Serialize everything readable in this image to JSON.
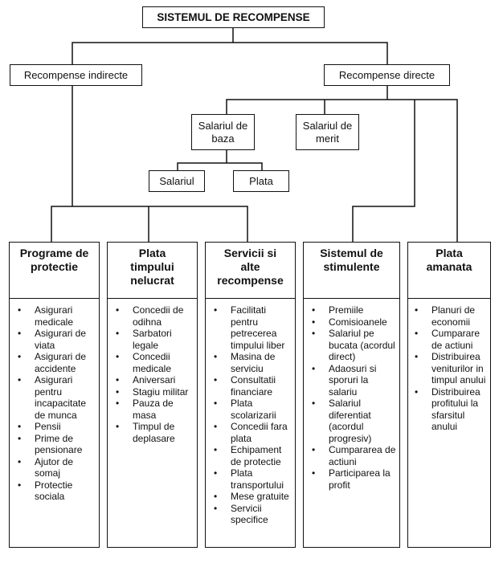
{
  "root": "SISTEMUL DE RECOMPENSE",
  "indirect": "Recompense indirecte",
  "direct": "Recompense directe",
  "base_salary": "Salariul de baza",
  "merit_salary": "Salariul de merit",
  "salary": "Salariul",
  "pay": "Plata",
  "columns": [
    {
      "title": "Programe de protectie",
      "items": [
        "Asigurari medicale",
        "Asigurari de viata",
        "Asigurari de accidente",
        "Asigurari pentru incapacitate de munca",
        "Pensii",
        "Prime de pensionare",
        "Ajutor de somaj",
        "Protectie sociala"
      ]
    },
    {
      "title": "Plata timpului nelucrat",
      "items": [
        "Concedii de odihna",
        "Sarbatori legale",
        "Concedii medicale",
        "Aniversari",
        "Stagiu militar",
        "Pauza de masa",
        "Timpul de deplasare"
      ]
    },
    {
      "title": "Servicii si alte recompense",
      "items": [
        "Facilitati pentru petrecerea timpului liber",
        "Masina de serviciu",
        "Consultatii financiare",
        "Plata scolarizarii",
        "Concedii fara plata",
        "Echipament de protectie",
        "Plata transportului",
        "Mese gratuite",
        "Servicii specifice"
      ]
    },
    {
      "title": "Sistemul de stimulente",
      "items": [
        "Premiile",
        "Comisioanele",
        "Salariul pe bucata (acordul direct)",
        "Adaosuri si sporuri la salariu",
        "Salariul diferentiat (acordul progresiv)",
        "Cumpararea de actiuni",
        "Participarea la profit"
      ]
    },
    {
      "title": "Plata amanata",
      "items": [
        "Planuri de economii",
        "Cumparare de actiuni",
        "Distribuirea veniturilor in timpul anului",
        "Distribuirea profitului la sfarsitul anului"
      ]
    }
  ]
}
